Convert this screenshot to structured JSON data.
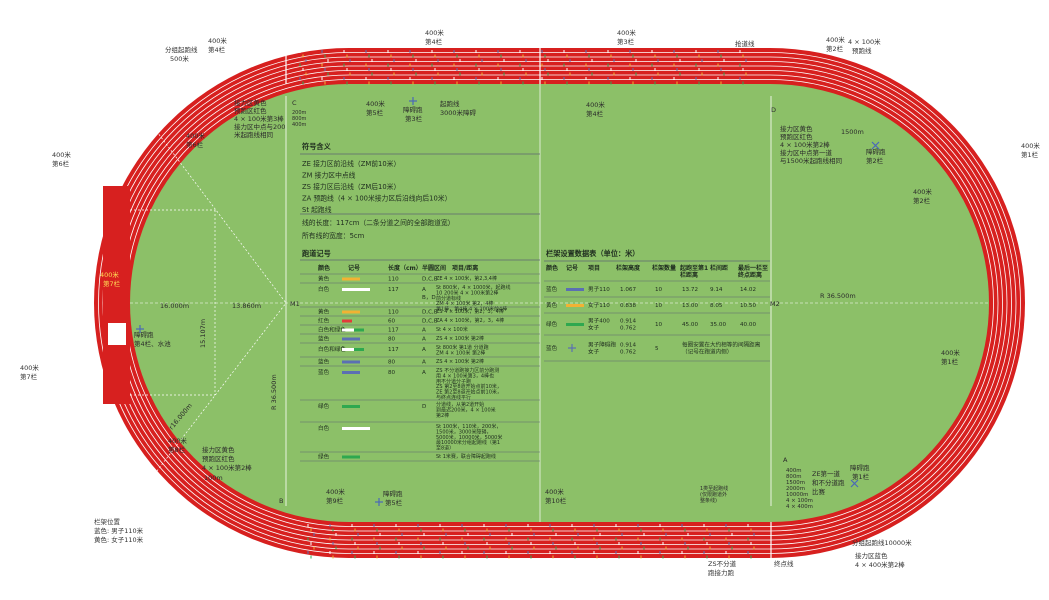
{
  "colors": {
    "track": "#d7201f",
    "field": "#8cc068",
    "lane_line": "#ffffff",
    "rule": "#5b6470",
    "hurdle_yellow": "#f2b233",
    "hurdle_white": "#ffffff",
    "hurdle_red": "#e23b3b",
    "hurdle_blue": "#5b6fb3",
    "hurdle_green": "#2fa84f"
  },
  "outer_labels": {
    "stagger_start_500": [
      "分组起跑线",
      "500米"
    ],
    "m400_h4_top": [
      "400米",
      "第4栏"
    ],
    "m400_h3_top": [
      "400米",
      "第3栏"
    ],
    "break_line": "抢道线",
    "m400_h2_top": [
      "400米",
      "第2栏"
    ],
    "relay_4x100_pre": [
      "4 × 100米",
      "预跑线"
    ],
    "m400_h6_left": [
      "400米",
      "第6栏"
    ],
    "m400_h1_right": [
      "400米",
      "第1栏"
    ],
    "m400_h7_left": [
      "400米",
      "第7栏"
    ],
    "hurdle_positions": [
      "栏架位置",
      "蓝色: 男子110米",
      "黄色: 女子110米"
    ],
    "zs_relay": [
      "ZS不分道",
      "跑接力跑"
    ],
    "finish_line": "终点线",
    "stagger_10000": "分组起跑线10000米",
    "relay_blue_zone": [
      "接力区蓝色",
      "4 × 400米第2棒"
    ]
  },
  "inner_labels": {
    "m400_h7_red": [
      "400米",
      "第7栏"
    ],
    "m400_h5_top": [
      "400米",
      "第5栏"
    ],
    "steeple_h3": [
      "障碍跑",
      "第3栏"
    ],
    "start_3000_steeple": [
      "起跑线",
      "3000米障碍"
    ],
    "m400_h4_field": [
      "400米",
      "第4栏"
    ],
    "relay_yellow_top": [
      "接力区黄色",
      "预跑区红色",
      "4 × 100米第3棒",
      "接力区中点与200",
      "米起跑线相同"
    ],
    "m400_h6_field": [
      "400米",
      "第6栏"
    ],
    "relay_blue_right": [
      "接力区黄色",
      "预跑区红色",
      "4 × 100米第2棒",
      "接力区中点第一道",
      "与1500米起跑线相同"
    ],
    "m1500": "1500m",
    "steeple_h2": [
      "障碍跑",
      "第2栏"
    ],
    "m400_h2_field": [
      "400米",
      "第2栏"
    ],
    "steeple_h4": [
      "障碍跑",
      "第4栏、水池"
    ],
    "radius_right": "R 36.500m",
    "radius_left": "R 36.500m",
    "dim_16": "16.000m",
    "dim_13": "13.860m",
    "dim_15": "15.107m",
    "dim_r16": "r16.000m",
    "m400_h8_field": [
      "400米",
      "第8栏"
    ],
    "relay_yellow_bottom": [
      "接力区黄色",
      "预跑区红色",
      "4 × 100米第2棒"
    ],
    "m100": "100m",
    "m400_h1_field": [
      "400米",
      "第1栏"
    ],
    "m400_h9": [
      "400米",
      "第9栏"
    ],
    "steeple_h5": [
      "障碍跑",
      "第5栏"
    ],
    "m400_h10": [
      "400米",
      "第10栏"
    ],
    "stagger_note": [
      "1类至起跑线",
      "(仅限跑道外",
      "整条线)"
    ],
    "distances_left": [
      "400m",
      "800m",
      "1500m",
      "2000m",
      "10000m",
      "4 × 100m",
      "4 × 400m"
    ],
    "ze_lane1": [
      "ZE第一道",
      "和不分道跑",
      "比赛"
    ],
    "steeple_h1": [
      "障碍跑",
      "第1栏"
    ],
    "pt_C": "C",
    "pt_D": "D",
    "pt_A": "A",
    "pt_B": "B",
    "pt_M1": "M1",
    "pt_M2": "M2",
    "c_dists": [
      "200m",
      "800m",
      "400m"
    ]
  },
  "symbols_legend": {
    "title": "符号含义",
    "items": [
      "ZE  接力区前沿线（ZM前10米）",
      "ZM  接力区中点线",
      "ZS  接力区后沿线（ZM后10米）",
      "ZA  预跑线（4 × 100米接力区后沿线向后10米）",
      "St  起跑线"
    ],
    "lap_note": "线的长度：117cm（二条分道之间的全部跑道宽）",
    "width_note": "所有线的宽度：5cm"
  },
  "track_markings": {
    "title": "跑道记号",
    "headers": [
      "颜色",
      "记号",
      "长度（cm）",
      "半圆区间",
      "项目/距离"
    ],
    "rows": [
      {
        "color": "黄色",
        "len": "110",
        "sem": "D,C,B",
        "items": "ZE  4 × 100米，第2,3,4棒",
        "mark": "yellow"
      },
      {
        "color": "白色",
        "len": "117",
        "sem": "A\nB，D",
        "items": "St 800米，4 × 1000米，起跑线\n10  200米 4 × 100米第2棒\n前分道标线\nZM 4 × 100米 第2，4棒\n第1棒，第4棒 4 × 100米前4棒",
        "mark": "white"
      },
      {
        "color": "黄色",
        "len": "110",
        "sem": "D,C,B",
        "items": "ZS  4 × 100米，第2，3，4棒",
        "mark": "yellow"
      },
      {
        "color": "红色",
        "len": "60",
        "sem": "D,C,B",
        "items": "ZA  4 × 100米，第2，3，4棒",
        "mark": "red"
      },
      {
        "color": "白色和绿色",
        "len": "117",
        "sem": "A",
        "items": "St  4 × 100米",
        "mark": "whitegreen"
      },
      {
        "color": "蓝色",
        "len": "80",
        "sem": "A",
        "items": "ZS  4 × 100米 第2棒",
        "mark": "blue"
      },
      {
        "color": "白色和绿色",
        "len": "117",
        "sem": "A",
        "items": "St 800米 第1道 分道跑\nZM 4 × 100米 第2棒",
        "mark": "whitegreen"
      },
      {
        "color": "蓝色",
        "len": "80",
        "sem": "A",
        "items": "ZS  4 × 100米 第2棒",
        "mark": "blue"
      },
      {
        "color": "蓝色",
        "len": "80",
        "sem": "A",
        "items": "ZS 不分道跑接力区前分跑测\n用 4 × 100米第3，4棒也\n用不分道分子跑\nZS 第2至8道开始点前10米，\nZE 第2至8道开始点前10米，\n与终点连线平行",
        "mark": "blue"
      },
      {
        "color": "绿色",
        "len": "",
        "sem": "D",
        "items": "分道线，从第2道开始\n到最迟200米，4 × 100米\n第2棒",
        "mark": "green"
      },
      {
        "color": "白色",
        "len": "",
        "sem": "",
        "items": "St 100米，110米，200米，\n1500米，3000米障碍，\n5000米，10000米，5000米\n最10000米分组起跑线（第1\n至8道）",
        "mark": "white"
      },
      {
        "color": "绿色",
        "len": "",
        "sem": "",
        "items": "St 1米赛，联合障碍起跑线",
        "mark": "green"
      }
    ]
  },
  "hurdle_table": {
    "title": "栏架设置数据表（单位：米）",
    "headers": [
      "颜色",
      "记号",
      "项目",
      "栏架高度",
      "栏架数量",
      "起跑至第1栏距离",
      "栏间距",
      "最后一栏至终点距离"
    ],
    "rows": [
      {
        "color": "蓝色",
        "item": "男子110",
        "height": "1.067",
        "count": "10",
        "d1": "13.72",
        "gap": "9.14",
        "last": "14.02",
        "mark": "blue"
      },
      {
        "color": "黄色",
        "item": "女子110",
        "height": "0.838",
        "count": "10",
        "d1": "13.00",
        "gap": "8.05",
        "last": "10.50",
        "mark": "yellow"
      },
      {
        "color": "绿色",
        "item": "男子400\n女子",
        "height": "0.914\n0.762",
        "count": "10",
        "d1": "45.00",
        "gap": "35.00",
        "last": "40.00",
        "mark": "green"
      },
      {
        "color": "蓝色",
        "item": "男子障碍跑\n女子",
        "height": "0.914\n0.762",
        "count": "5",
        "note": "每圈安置在大约相等的间隔距离\n（记号在跑道内侧）",
        "mark": "cross"
      }
    ]
  }
}
